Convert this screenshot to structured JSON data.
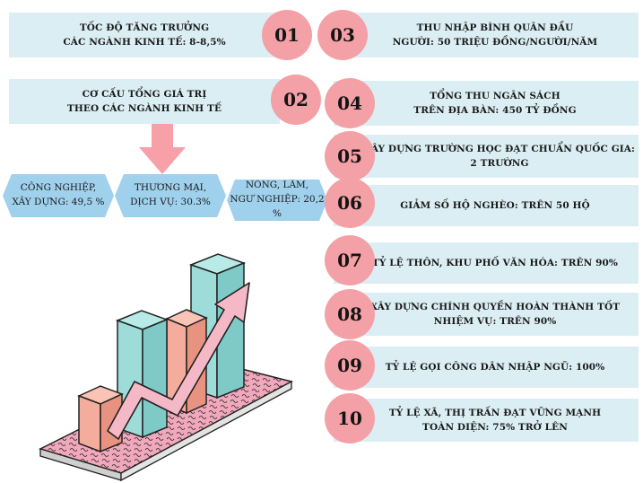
{
  "items": [
    {
      "number": "01",
      "text": "TỐC ĐỘ TĂNG TRƯỞNG\nCÁC NGÀNH KINH TẾ: 8-8,5%"
    },
    {
      "number": "02",
      "text": "CƠ CẤU TỔNG GIÁ TRỊ\nTHEO CÁC NGÀNH KINH TẾ"
    },
    {
      "number": "03",
      "text": "THU NHẬP BÌNH QUÂN ĐẦU\nNGƯỜI: 50 TRIỆU ĐỒNG/NGƯỜI/NĂM"
    },
    {
      "number": "04",
      "text": "TỔNG THU NGÂN SÁCH\nTRÊN ĐỊA BÀN: 450 TỶ ĐỒNG"
    },
    {
      "number": "05",
      "text": "XÂY DỰNG TRƯỜNG HỌC ĐẠT CHUẨN QUỐC GIA:\n2 TRƯỜNG"
    },
    {
      "number": "06",
      "text": "GIẢM SỐ HỘ NGHÈO: TRÊN 50 HỘ"
    },
    {
      "number": "07",
      "text": "TỶ LỆ THÔN, KHU PHỐ VĂN HÓA: TRÊN 90%"
    },
    {
      "number": "08",
      "text": "XÂY DỰNG CHÍNH QUYỀN HOÀN THÀNH TỐT\nNHIỆM VỤ: TRÊN 90%"
    },
    {
      "number": "09",
      "text": "TỶ LỆ GỌI CÔNG DÂN NHẬP NGŨ: 100%"
    },
    {
      "number": "10",
      "text": "TỶ LỆ XÃ, THỊ TRẤN ĐẠT VỮNG MẠNH\nTOÀN DIỆN: 75% TRỞ LÊN"
    }
  ],
  "sectors": [
    {
      "text": "CÔNG NGHIỆP,\nXÂY DỰNG: 49,5 %"
    },
    {
      "text": "THƯƠNG MẠI,\nDỊCH VỤ: 30.3%"
    },
    {
      "text": "NÔNG, LÂM,\nNGƯ NGHIỆP: 20,2 %"
    }
  ],
  "colors": {
    "bar_bg": "#dbeef4",
    "circle": "#f3a0a6",
    "hex": "#9fd0ec",
    "arrow": "#f7a0a8",
    "cube_pink": "#f4ad9c",
    "cube_teal": "#9edcd9",
    "base": "#f1a8bd"
  }
}
